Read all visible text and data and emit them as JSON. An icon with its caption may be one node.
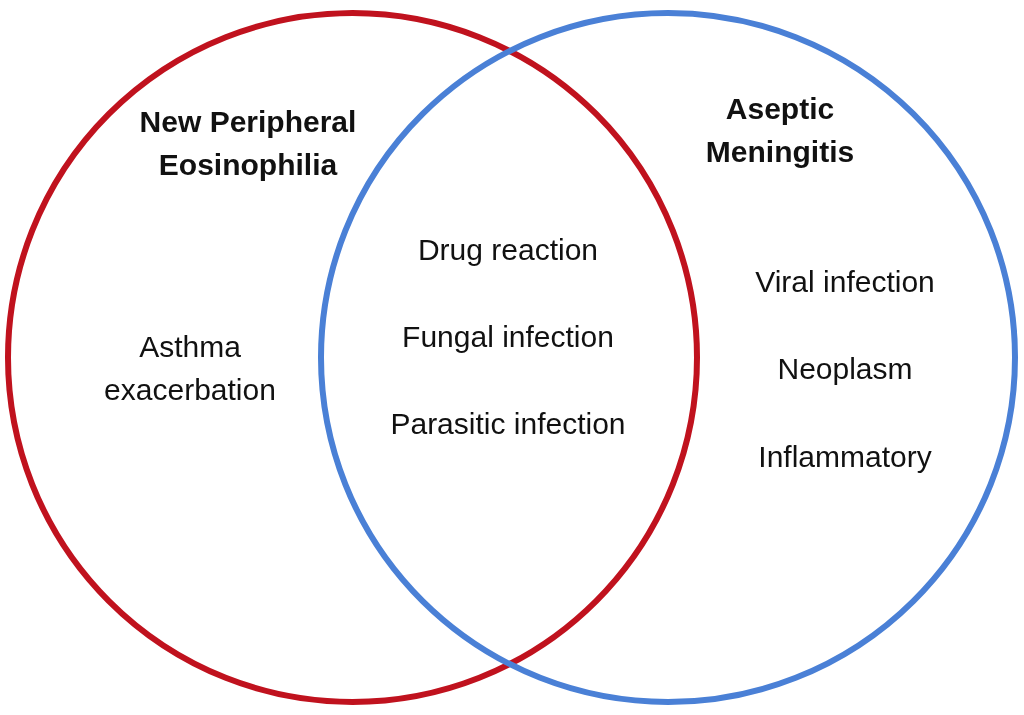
{
  "diagram": {
    "nodes": [
      {
        "text": [
          "New Peripheral Eosinophilia",
          "Asthma exacerbation"
        ]
      },
      {
        "text": [
          "Aseptic Meningitis",
          "Viral infection",
          "Neoplasm",
          "Inflammatory"
        ]
      }
    ],
    "labels": [
      "Drug reaction",
      "Fungal infection",
      "Parasitic infection"
    ]
  }
}
